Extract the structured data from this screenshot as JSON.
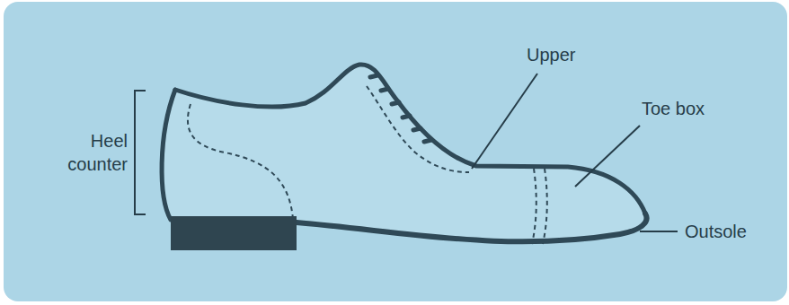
{
  "diagram": {
    "labels": [
      "Heel counter",
      "Upper",
      "Toe box",
      "Outsole"
    ]
  }
}
